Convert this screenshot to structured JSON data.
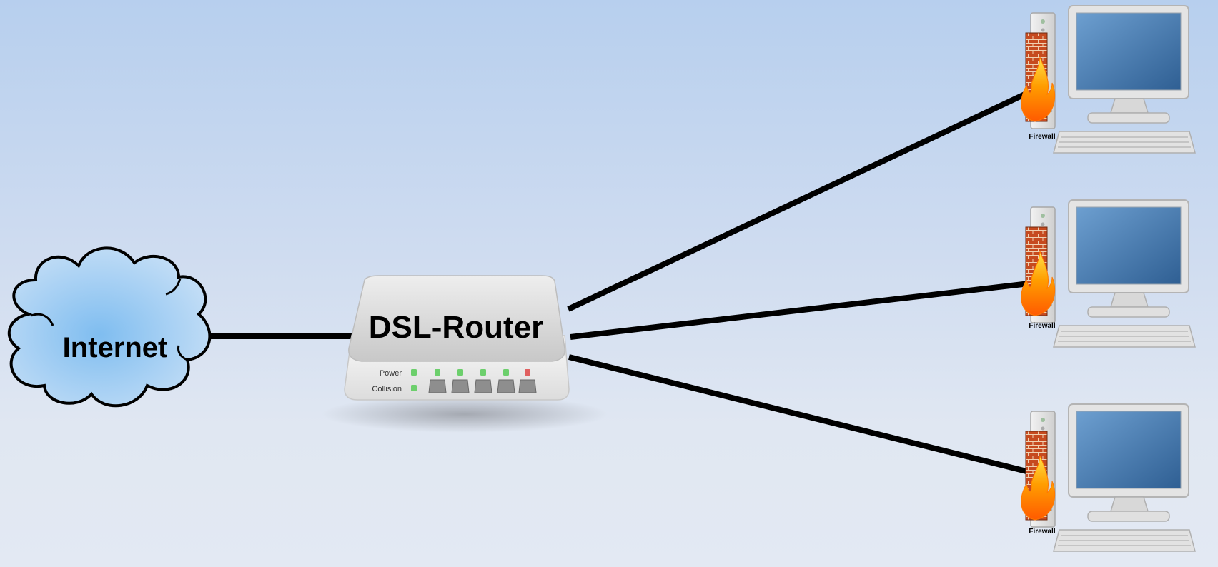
{
  "nodes": {
    "internet": {
      "label": "Internet"
    },
    "router": {
      "label": "DSL-Router",
      "indicator_labels": [
        "Power",
        "Collision"
      ]
    },
    "workstations": [
      {
        "firewall_label": "Firewall"
      },
      {
        "firewall_label": "Firewall"
      },
      {
        "firewall_label": "Firewall"
      }
    ]
  },
  "connections": [
    {
      "from": "Internet",
      "to": "DSL-Router"
    },
    {
      "from": "DSL-Router",
      "to": "Workstation 1"
    },
    {
      "from": "DSL-Router",
      "to": "Workstation 2"
    },
    {
      "from": "DSL-Router",
      "to": "Workstation 3"
    }
  ],
  "colors": {
    "background_top": "#b7cfee",
    "background_bottom": "#e3e9f3",
    "cloud_fill": "#a9d0f2",
    "link": "#000000",
    "router_body": "#d9d9d9",
    "monitor_screen": "#3c74a8",
    "firewall_brick": "#c94a1e",
    "flame": "#ff9a00",
    "led_green": "#6ccf6c",
    "led_red": "#e06060"
  }
}
